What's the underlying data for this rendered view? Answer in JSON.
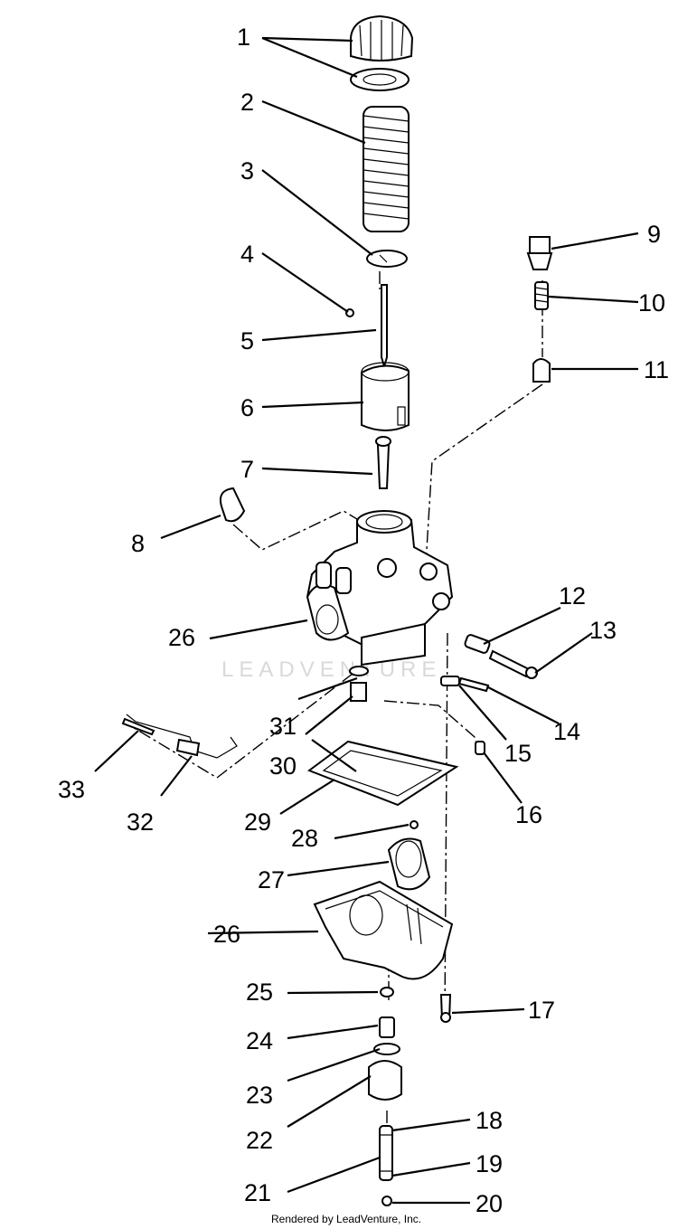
{
  "watermark": "LEADVENTURE",
  "credit": "Rendered by LeadVenture, Inc.",
  "callouts": [
    "1",
    "2",
    "3",
    "4",
    "5",
    "6",
    "7",
    "8",
    "9",
    "10",
    "11",
    "12",
    "13",
    "14",
    "15",
    "16",
    "17",
    "18",
    "19",
    "20",
    "21",
    "22",
    "23",
    "24",
    "25",
    "26",
    "26",
    "27",
    "28",
    "29",
    "30",
    "31",
    "32",
    "33"
  ]
}
